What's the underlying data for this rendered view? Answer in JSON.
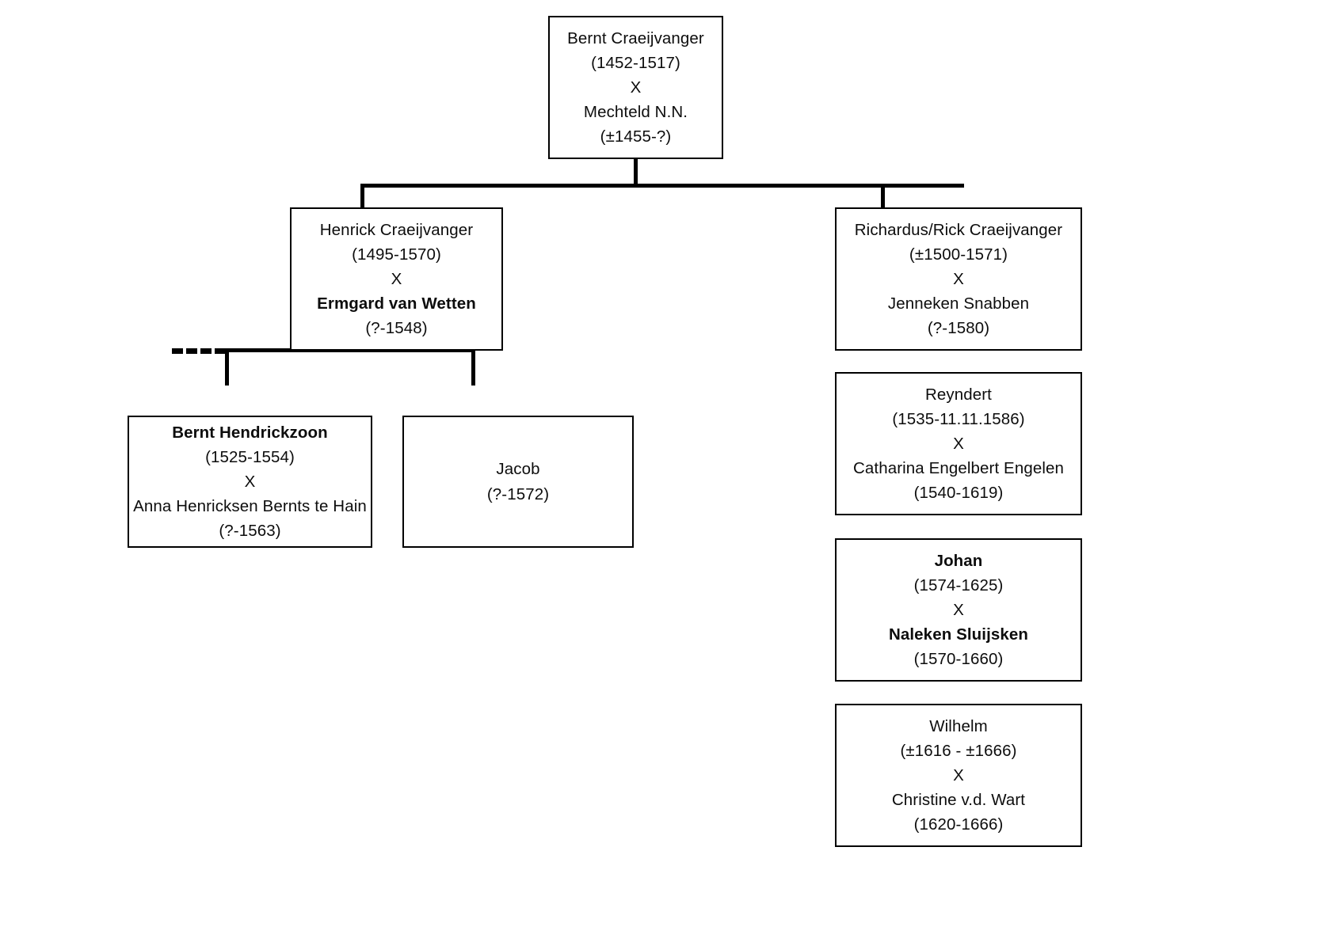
{
  "diagram": {
    "title": "Craeijvanger family genealogy chart",
    "background_color": "#ffffff",
    "line_color": "#000000",
    "text_color": "#0d0d0d"
  },
  "nodes": {
    "root": {
      "id": "bernt-craeijvanger",
      "lines": [
        {
          "text": "Bernt Craeijvanger",
          "bold": false
        },
        {
          "text": "(1452-1517)",
          "bold": false
        },
        {
          "text": "X",
          "bold": false
        },
        {
          "text": "Mechteld N.N.",
          "bold": false
        },
        {
          "text": "(±1455-?)",
          "bold": false
        }
      ]
    },
    "henrick": {
      "id": "henrick-craeijvanger",
      "lines": [
        {
          "text": "Henrick Craeijvanger",
          "bold": false
        },
        {
          "text": "(1495-1570)",
          "bold": false
        },
        {
          "text": "X",
          "bold": false
        },
        {
          "text": "Ermgard van Wetten",
          "bold": true
        },
        {
          "text": "(?-1548)",
          "bold": false
        }
      ]
    },
    "richardus": {
      "id": "richardus-rick-craeijvanger",
      "lines": [
        {
          "text": "Richardus/Rick Craeijvanger",
          "bold": false
        },
        {
          "text": "(±1500-1571)",
          "bold": false
        },
        {
          "text": "X",
          "bold": false
        },
        {
          "text": "Jenneken Snabben",
          "bold": false
        },
        {
          "text": "(?-1580)",
          "bold": false
        }
      ]
    },
    "bernt_hendrickzoon": {
      "id": "bernt-hendrickzoon",
      "lines": [
        {
          "text": "Bernt Hendrickzoon",
          "bold": true
        },
        {
          "text": "(1525-1554)",
          "bold": false
        },
        {
          "text": "X",
          "bold": false
        },
        {
          "text": "Anna Henricksen Bernts te Hain",
          "bold": false
        },
        {
          "text": "(?-1563)",
          "bold": false
        }
      ]
    },
    "jacob": {
      "id": "jacob",
      "lines": [
        {
          "text": "Jacob",
          "bold": false
        },
        {
          "text": "(?-1572)",
          "bold": false
        }
      ]
    },
    "reyndert": {
      "id": "reyndert",
      "lines": [
        {
          "text": "Reyndert",
          "bold": false
        },
        {
          "text": "(1535-11.11.1586)",
          "bold": false
        },
        {
          "text": "X",
          "bold": false
        },
        {
          "text": "Catharina Engelbert Engelen",
          "bold": false
        },
        {
          "text": "(1540-1619)",
          "bold": false
        }
      ]
    },
    "johan": {
      "id": "johan",
      "lines": [
        {
          "text": "Johan",
          "bold": true
        },
        {
          "text": "(1574-1625)",
          "bold": false
        },
        {
          "text": "X",
          "bold": false
        },
        {
          "text": "Naleken Sluijsken",
          "bold": true
        },
        {
          "text": "(1570-1660)",
          "bold": false
        }
      ]
    },
    "wilhelm": {
      "id": "wilhelm",
      "lines": [
        {
          "text": "Wilhelm",
          "bold": false
        },
        {
          "text": "(±1616 - ±1666)",
          "bold": false
        },
        {
          "text": "X",
          "bold": false
        },
        {
          "text": "Christine v.d. Wart",
          "bold": false
        },
        {
          "text": "(1620-1666)",
          "bold": false
        }
      ]
    }
  }
}
